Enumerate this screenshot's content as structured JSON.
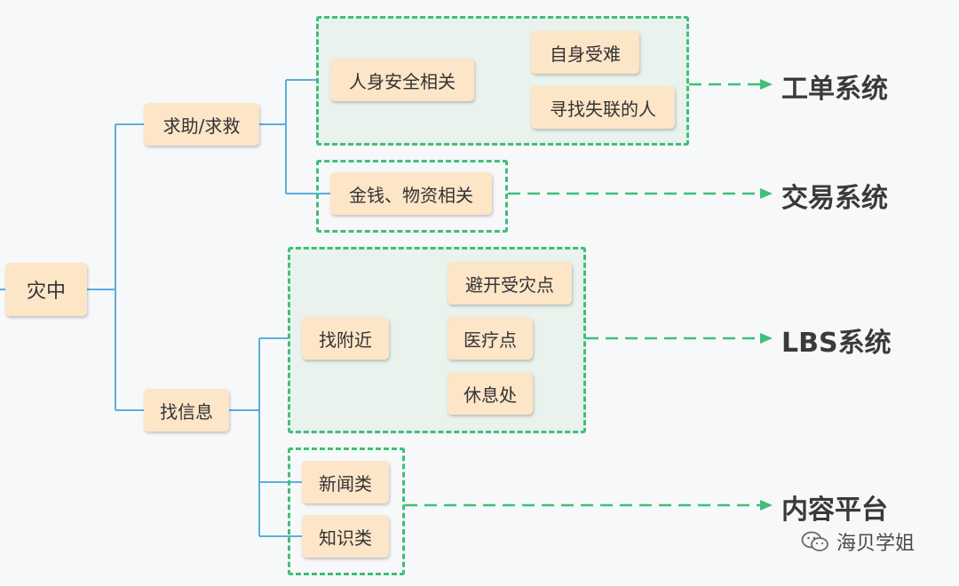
{
  "root": "灾中",
  "branches": [
    {
      "label": "求助/求救",
      "children": [
        {
          "label": "人身安全相关",
          "children": [
            "自身受难",
            "寻找失联的人"
          ],
          "target": "工单系统"
        },
        {
          "label": "金钱、物资相关",
          "target": "交易系统"
        }
      ]
    },
    {
      "label": "找信息",
      "children": [
        {
          "label": "找附近",
          "children": [
            "避开受灾点",
            "医疗点",
            "休息处"
          ],
          "target": "LBS系统"
        },
        {
          "label": "新闻类"
        },
        {
          "label": "知识类"
        }
      ]
    }
  ],
  "group_targets": {
    "g4": "内容平台"
  },
  "watermark": {
    "text": "海贝学姐",
    "icon": "wechat-icon"
  },
  "colors": {
    "node_fill": "#fde5c8",
    "connector": "#5aaee0",
    "dash_green": "#3fbf7a",
    "group_fill": "#e9f2ec"
  }
}
